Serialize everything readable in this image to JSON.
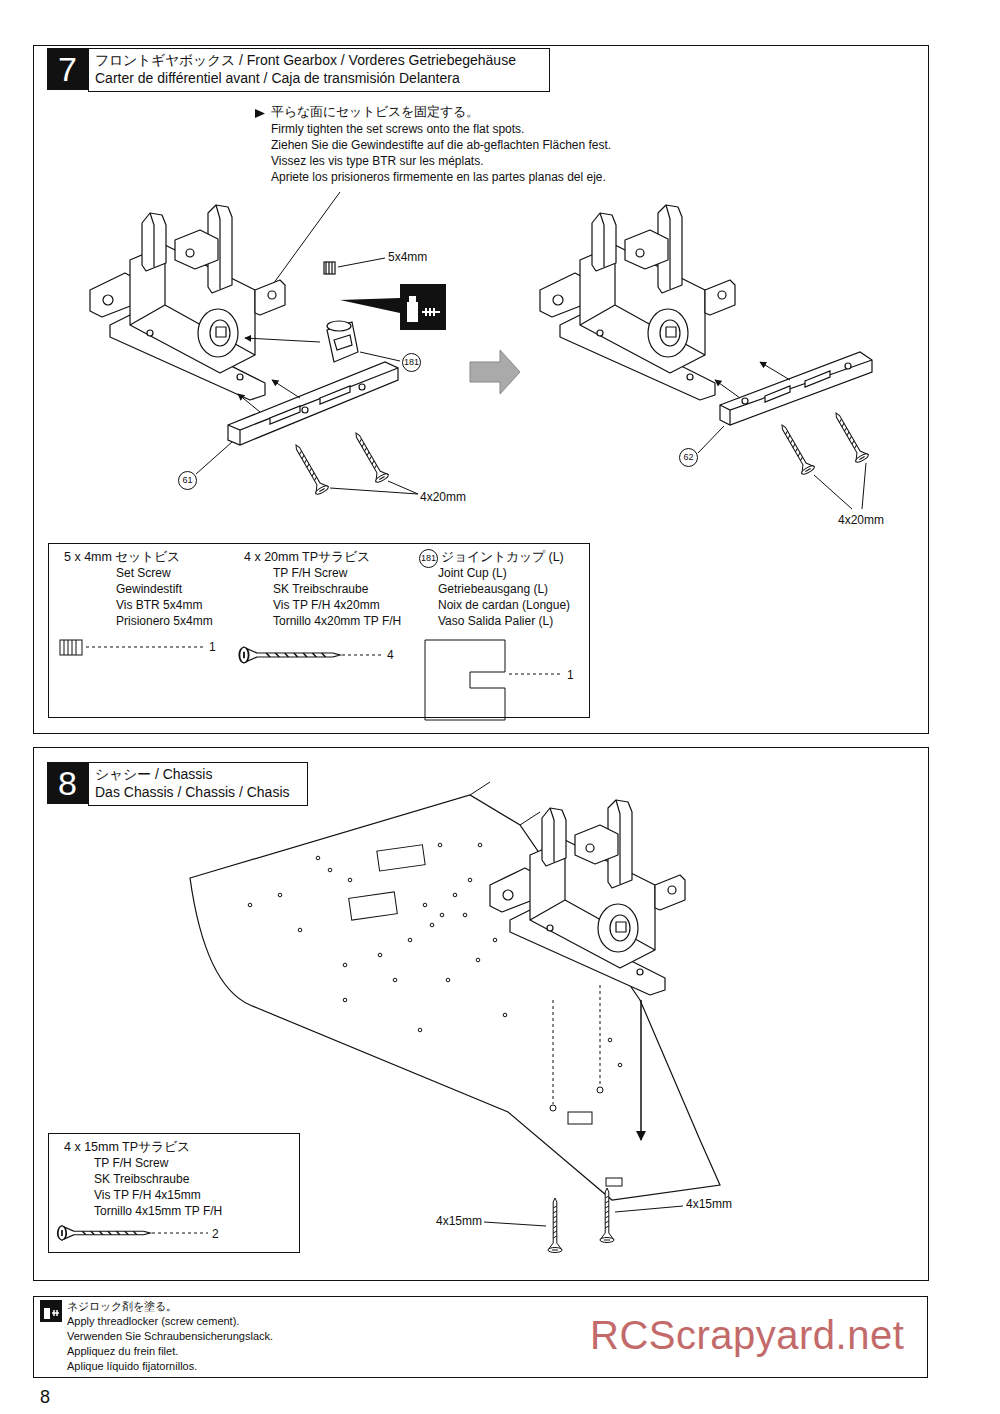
{
  "diagram": {
    "nodes": [
      {
        "text": [
          "7"
        ]
      },
      {
        "text": [
          "フロントギヤボックス / Front Gearbox / Vorderes Getriebegehäuse",
          "Carter de différentiel avant / Caja de transmisión Delantera"
        ]
      },
      {
        "text": [
          "5 x 4mm セットビス",
          "Set Screw",
          "Gewindestift",
          "Vis BTR 5x4mm",
          "Prisionero 5x4mm",
          "1",
          "4 x 20mm TPサラビス",
          "TP F/H Screw",
          "SK Treibschraube",
          "Vis TP F/H 4x20mm",
          "Tornillo 4x20mm TP F/H",
          "4",
          "181",
          "ジョイントカップ (L)",
          "Joint Cup (L)",
          "Getriebeausgang (L)",
          "Noix de cardan (Longue)",
          "Vaso Salida Palier (L)",
          "1"
        ]
      },
      {
        "text": [
          "8"
        ]
      },
      {
        "text": [
          "シャシー / Chassis",
          "Das Chassis / Chassis / Chasis"
        ]
      },
      {
        "text": [
          "4 x 15mm TPサラビス",
          "TP F/H Screw",
          "SK Treibschraube",
          "Vis TP F/H 4x15mm",
          "Tornillo 4x15mm TP F/H",
          "2"
        ]
      },
      {
        "text": [
          "ネジロック剤を塗る。",
          "Apply threadlocker (screw cement).",
          "Verwenden Sie Schraubensicherungslack.",
          "Appliquez du frein filet.",
          "Aplique líquido fijatornillos."
        ]
      }
    ],
    "labels": [
      "平らな面にセットビスを固定する。",
      "Firmly tighten the set screws onto the flat spots.",
      "Ziehen Sie die Gewindestifte auf die ab-geflachten Flächen fest.",
      "Vissez les vis type BTR sur les méplats.",
      "Apriete los prisioneros firmemente en las partes planas del eje.",
      "5x4mm",
      "181",
      "61",
      "4x20mm",
      "62",
      "4x20mm",
      "4x15mm",
      "4x15mm",
      "RCScrapyard.net",
      "8"
    ]
  }
}
